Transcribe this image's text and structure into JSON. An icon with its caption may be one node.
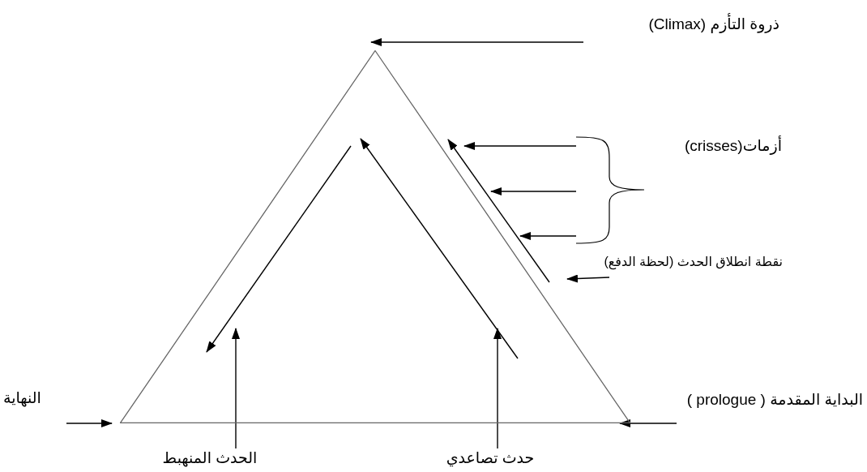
{
  "diagram": {
    "nodes": [
      {
        "text": [],
        "shape": "triangle"
      },
      {
        "text": [
          "ذروة التأزم (Climax)"
        ]
      },
      {
        "text": [
          "أزمات(crisses)"
        ]
      },
      {
        "text": [
          "نقطة انطلاق الحدث (لحظة الدفع)"
        ]
      },
      {
        "text": [
          "البداية المقدمة  ( prologue )"
        ]
      },
      {
        "text": [
          "النهاية"
        ]
      },
      {
        "text": [
          "الحدث المنهبط"
        ]
      },
      {
        "text": [
          "حدث تصاعدي"
        ]
      }
    ],
    "edges": [
      {
        "from": 1,
        "to": 0,
        "arrow": "to"
      },
      {
        "from": 2,
        "to": 0,
        "arrow": "to"
      },
      {
        "from": 2,
        "to": 0,
        "arrow": "to"
      },
      {
        "from": 2,
        "to": 0,
        "arrow": "to"
      },
      {
        "from": 3,
        "to": null,
        "arrow": "to"
      },
      {
        "from": 4,
        "to": 0,
        "arrow": "to"
      },
      {
        "from": 5,
        "to": 0,
        "arrow": "to"
      },
      {
        "from": 6,
        "to": 0,
        "arrow": "to"
      },
      {
        "from": 7,
        "to": 0,
        "arrow": "to"
      }
    ]
  }
}
